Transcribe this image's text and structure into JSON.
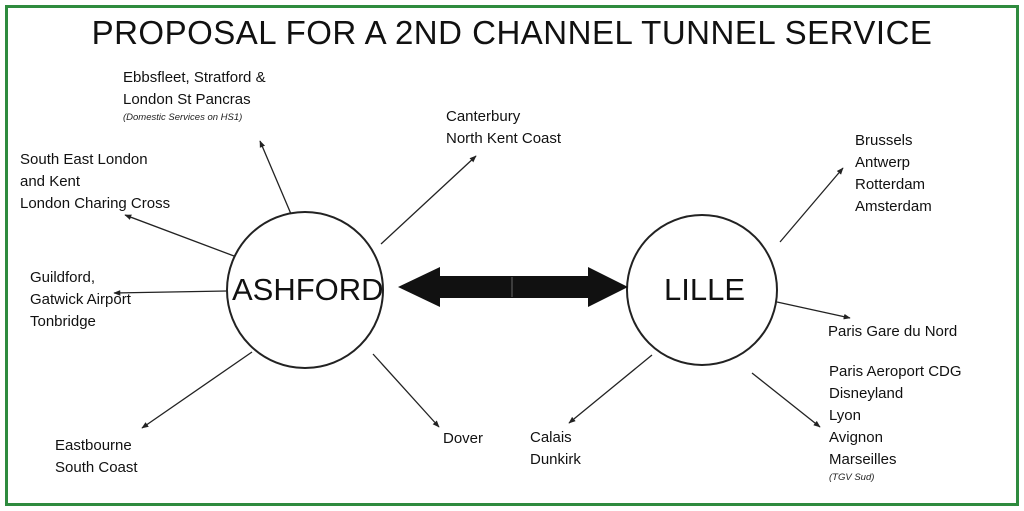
{
  "title": "PROPOSAL FOR A 2ND CHANNEL TUNNEL SERVICE",
  "hubs": {
    "left": "ASHFORD",
    "right": "LILLE"
  },
  "destinations": {
    "ebbsfleet": {
      "lines": [
        "Ebbsfleet, Stratford &",
        "London St Pancras"
      ],
      "note": "(Domestic Services on HS1)"
    },
    "canterbury": {
      "lines": [
        "Canterbury",
        "North Kent Coast"
      ]
    },
    "south_east_london": {
      "lines": [
        "South East London",
        "and Kent",
        "London Charing Cross"
      ]
    },
    "guildford": {
      "lines": [
        "Guildford,",
        "Gatwick Airport",
        "Tonbridge"
      ]
    },
    "eastbourne": {
      "lines": [
        "Eastbourne",
        "South Coast"
      ]
    },
    "dover": {
      "lines": [
        "Dover"
      ]
    },
    "brussels": {
      "lines": [
        "Brussels",
        "Antwerp",
        "Rotterdam",
        "Amsterdam"
      ]
    },
    "paris_nord": {
      "lines": [
        "Paris Gare du Nord"
      ]
    },
    "tgv_sud": {
      "lines": [
        "Paris Aeroport CDG",
        "Disneyland",
        "Lyon",
        "Avignon",
        "Marseilles"
      ],
      "note": "(TGV Sud)"
    },
    "calais": {
      "lines": [
        "Calais",
        "Dunkirk"
      ]
    }
  }
}
